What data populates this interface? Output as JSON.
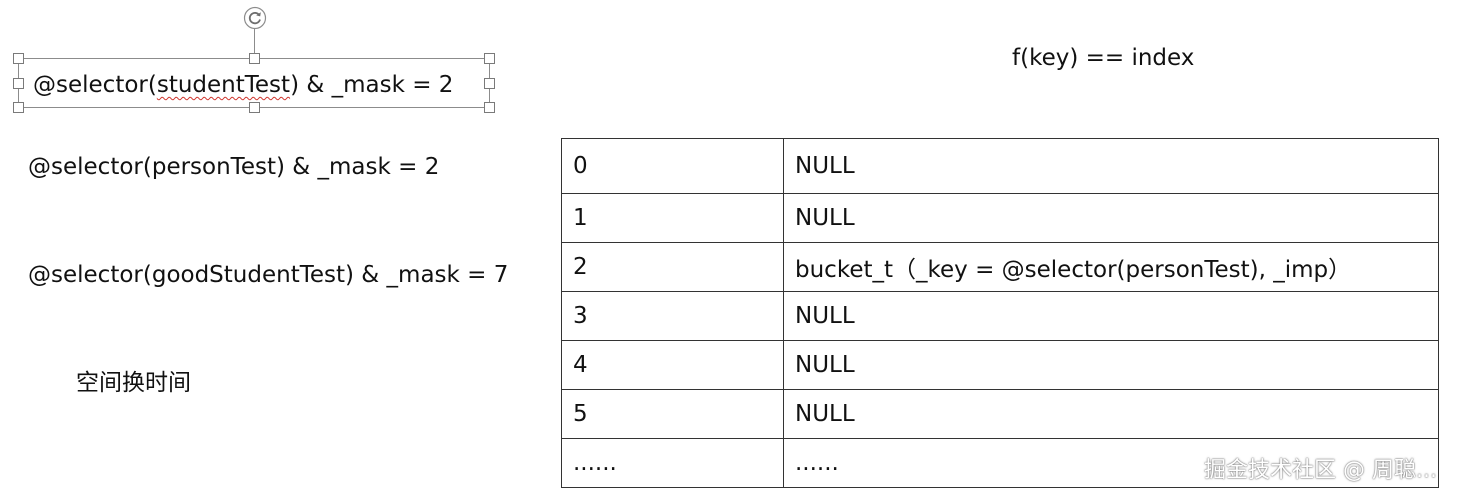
{
  "selected_textbox": {
    "text_before": "@selector(",
    "underlined": "studentTest",
    "text_after": ")  & _mask = 2"
  },
  "labels": {
    "person": "@selector(personTest)  & _mask = 2",
    "good_student": "@selector(goodStudentTest)  & _mask = 7",
    "note": "空间换时间",
    "formula": "f(key) == index"
  },
  "table": {
    "rows": [
      {
        "index": "0",
        "value": "NULL"
      },
      {
        "index": "1",
        "value": "NULL"
      },
      {
        "index": "2",
        "value": "bucket_t（_key = @selector(personTest), _imp）"
      },
      {
        "index": "3",
        "value": "NULL"
      },
      {
        "index": "4",
        "value": "NULL"
      },
      {
        "index": "5",
        "value": "NULL"
      },
      {
        "index": "......",
        "value": "......"
      }
    ]
  },
  "watermark": "掘金技术社区 @ 周聪..."
}
